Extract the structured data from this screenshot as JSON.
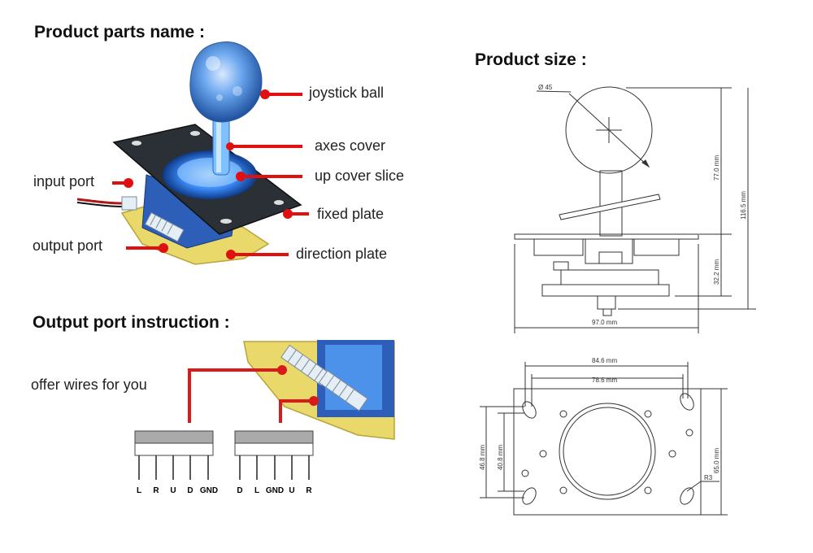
{
  "colors": {
    "callout": "#e01010",
    "wire": "#d81a1a",
    "led_blue": "#3a8cff",
    "pcb_yellow": "#e8d96a",
    "plate": "#2b2f36"
  },
  "parts": {
    "heading": "Product parts name :",
    "labels": {
      "joystick_ball": "joystick ball",
      "axes_cover": "axes cover",
      "up_cover_slice": "up cover slice",
      "input_port": "input port",
      "fixed_plate": "fixed plate",
      "output_port": "output port",
      "direction_plate": "direction plate"
    }
  },
  "size": {
    "heading": "Product size :",
    "diameter": "Ø 45",
    "height_upper": "77.0 mm",
    "height_total": "116.5 mm",
    "height_lower": "32.2 mm",
    "width": "97.0 mm",
    "plate_outer": "84.6 mm",
    "plate_inner": "78.6 mm",
    "plate_h1": "46.8 mm",
    "plate_h2": "40.8 mm",
    "plate_height": "65.0 mm",
    "radius": "R3"
  },
  "output": {
    "heading": "Output port instruction :",
    "wires_label": "offer wires for you",
    "connector_left_pins": [
      "L",
      "R",
      "U",
      "D",
      "GND"
    ],
    "connector_right_pins": [
      "D",
      "L",
      "GND",
      "U",
      "R"
    ]
  }
}
